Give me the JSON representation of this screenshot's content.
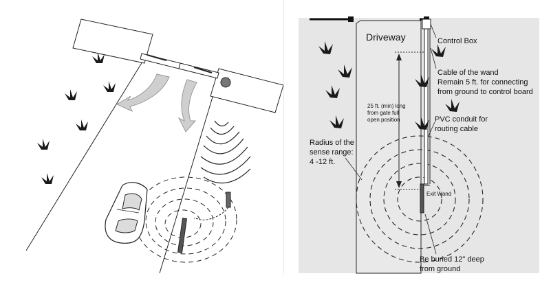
{
  "labels": {
    "driveway": "Driveway",
    "control_box": "Control Box",
    "cable_of_wand": "Cable of the wand",
    "remain_5ft": "Remain 5 ft. for connecting",
    "from_ground": "from ground to control board",
    "distance_line1": "25 ft. (min) long",
    "distance_line2": "from gate full",
    "distance_line3": "open position",
    "pvc_line1": "PVC conduit for",
    "pvc_line2": "routing cable",
    "radius_line1": "Radius of the",
    "radius_line2": "sense range:",
    "radius_line3": "4 -12 ft.",
    "exit_wand": "Exit Wand",
    "buried_line1": "Be buried 12\" deep",
    "buried_line2": "from ground"
  },
  "colors": {
    "background_right": "#e6e6e6",
    "driveway_fill": "#e9e9e9",
    "line": "#222222",
    "arrow_fill": "#cfcfcf",
    "control_box_light": "#666666",
    "grass": "#1a1a1a"
  }
}
